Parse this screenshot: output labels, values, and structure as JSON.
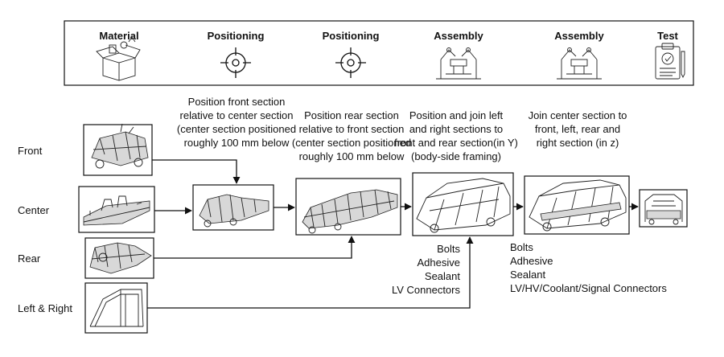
{
  "header": {
    "stages": [
      {
        "label": "Material",
        "icon": "material-box-icon"
      },
      {
        "label": "Positioning",
        "icon": "crosshair-icon"
      },
      {
        "label": "Positioning",
        "icon": "crosshair-icon"
      },
      {
        "label": "Assembly",
        "icon": "robot-station-icon"
      },
      {
        "label": "Assembly",
        "icon": "robot-station-icon"
      },
      {
        "label": "Test",
        "icon": "clipboard-check-icon"
      }
    ]
  },
  "inputs": {
    "front": "Front",
    "center": "Center",
    "rear": "Rear",
    "left_right": "Left & Right"
  },
  "steps": {
    "step1": [
      "Position front section",
      "relative to center section",
      "(center section positioned",
      "roughly 100 mm below"
    ],
    "step2": [
      "Position rear section",
      "relative to front section",
      "(center section positioned",
      "roughly 100 mm below"
    ],
    "step3": [
      "Position and join left",
      "and right sections to",
      "front and rear section(in Y)",
      "(body-side framing)"
    ],
    "step4": [
      "Join center section to",
      "front, left, rear and",
      "right section (in z)"
    ]
  },
  "materials": {
    "set1": [
      "Bolts",
      "Adhesive",
      "Sealant",
      "LV Connectors"
    ],
    "set2": [
      "Bolts",
      "Adhesive",
      "Sealant",
      "LV/HV/Coolant/Signal Connectors"
    ]
  }
}
